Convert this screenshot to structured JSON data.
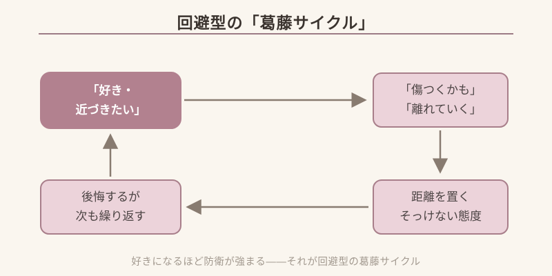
{
  "title": "回避型の「葛藤サイクル」",
  "caption": "好きになるほど防衛が強まる——それが回避型の葛藤サイクル",
  "colors": {
    "background": "#faf6ef",
    "accent_dark": "#b2818f",
    "node_light_fill": "#ecd3da",
    "node_border": "#a87e8a",
    "arrow": "#887b70",
    "title_text": "#3a332e",
    "rule": "#9c7b85",
    "node_text": "#4c4444",
    "caption_text": "#a39a90"
  },
  "nodes": [
    {
      "id": "desire",
      "lines": [
        "「好き・",
        "近づきたい」"
      ],
      "emphasis": true
    },
    {
      "id": "fear",
      "lines": [
        "「傷つくかも」",
        "「離れていく」"
      ],
      "emphasis": false
    },
    {
      "id": "distance",
      "lines": [
        "距離を置く",
        "そっけない態度"
      ],
      "emphasis": false
    },
    {
      "id": "regret",
      "lines": [
        "後悔するが",
        "次も繰り返す"
      ],
      "emphasis": false
    }
  ],
  "flow": [
    "desire → fear",
    "fear → distance",
    "distance → regret",
    "regret → desire"
  ]
}
